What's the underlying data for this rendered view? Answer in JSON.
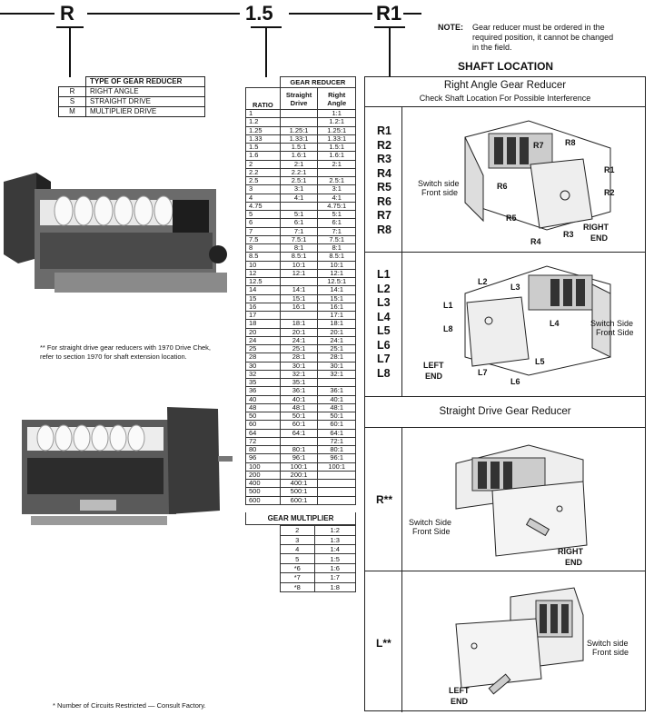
{
  "header": {
    "code_r": "R",
    "code_ratio": "1.5",
    "code_r1": "R1"
  },
  "note": {
    "label": "NOTE:",
    "text": "Gear reducer must be ordered in the required position, it cannot be changed in the field."
  },
  "type_table": {
    "title": "TYPE OF GEAR REDUCER",
    "rows": [
      {
        "code": "R",
        "desc": "RIGHT ANGLE"
      },
      {
        "code": "S",
        "desc": "STRAIGHT DRIVE"
      },
      {
        "code": "M",
        "desc": "MULTIPLIER DRIVE"
      }
    ]
  },
  "ratio_table": {
    "group_title": "GEAR REDUCER",
    "col_ratio": "RATIO",
    "col_straight": "Straight Drive",
    "col_right": "Right Angle",
    "rows": [
      [
        "1",
        "",
        "1:1"
      ],
      [
        "1.2",
        "",
        "1.2:1"
      ],
      [
        "1.25",
        "1.25:1",
        "1.25:1"
      ],
      [
        "1.33",
        "1.33:1",
        "1.33:1"
      ],
      [
        "1.5",
        "1.5:1",
        "1.5:1"
      ],
      [
        "1.6",
        "1.6:1",
        "1.6:1"
      ],
      [
        "2",
        "2:1",
        "2:1"
      ],
      [
        "2.2",
        "2.2:1",
        ""
      ],
      [
        "2.5",
        "2.5:1",
        "2.5:1"
      ],
      [
        "3",
        "3:1",
        "3:1"
      ],
      [
        "4",
        "4:1",
        "4:1"
      ],
      [
        "4.75",
        "",
        "4.75:1"
      ],
      [
        "5",
        "5:1",
        "5:1"
      ],
      [
        "6",
        "6:1",
        "6:1"
      ],
      [
        "7",
        "7:1",
        "7:1"
      ],
      [
        "7.5",
        "7.5:1",
        "7.5:1"
      ],
      [
        "8",
        "8:1",
        "8:1"
      ],
      [
        "8.5",
        "8.5:1",
        "8.5:1"
      ],
      [
        "10",
        "10:1",
        "10:1"
      ],
      [
        "12",
        "12:1",
        "12:1"
      ],
      [
        "12.5",
        "",
        "12.5:1"
      ],
      [
        "14",
        "14:1",
        "14:1"
      ],
      [
        "15",
        "15:1",
        "15:1"
      ],
      [
        "16",
        "16:1",
        "16:1"
      ],
      [
        "17",
        "",
        "17:1"
      ],
      [
        "18",
        "18:1",
        "18:1"
      ],
      [
        "20",
        "20:1",
        "20:1"
      ],
      [
        "24",
        "24:1",
        "24:1"
      ],
      [
        "25",
        "25:1",
        "25:1"
      ],
      [
        "28",
        "28:1",
        "28:1"
      ],
      [
        "30",
        "30:1",
        "30:1"
      ],
      [
        "32",
        "32:1",
        "32:1"
      ],
      [
        "35",
        "35:1",
        ""
      ],
      [
        "36",
        "36:1",
        "36:1"
      ],
      [
        "40",
        "40:1",
        "40:1"
      ],
      [
        "48",
        "48:1",
        "48:1"
      ],
      [
        "50",
        "50:1",
        "50:1"
      ],
      [
        "60",
        "60:1",
        "60:1"
      ],
      [
        "64",
        "64:1",
        "64:1"
      ],
      [
        "72",
        "",
        "72:1"
      ],
      [
        "80",
        "80:1",
        "80:1"
      ],
      [
        "96",
        "96:1",
        "96:1"
      ],
      [
        "100",
        "100:1",
        "100:1"
      ],
      [
        "200",
        "200:1",
        ""
      ],
      [
        "400",
        "400:1",
        ""
      ],
      [
        "500",
        "500:1",
        ""
      ],
      [
        "600",
        "600:1",
        ""
      ]
    ]
  },
  "multiplier_table": {
    "title": "GEAR MULTIPLIER",
    "rows": [
      [
        "2",
        "1:2"
      ],
      [
        "3",
        "1:3"
      ],
      [
        "4",
        "1:4"
      ],
      [
        "5",
        "1:5"
      ],
      [
        "*6",
        "1:6"
      ],
      [
        "*7",
        "1:7"
      ],
      [
        "*8",
        "1:8"
      ]
    ]
  },
  "footnotes": {
    "drive_chek": "** For straight drive gear reducers with 1970 Drive Chek, refer to section 1970 for shaft extension location.",
    "circuits": "* Number of Circuits Restricted — Consult Factory."
  },
  "shaft_location": {
    "title": "SHAFT LOCATION",
    "right_angle": {
      "title": "Right Angle Gear Reducer",
      "subtitle": "Check Shaft Location For Possible Interference",
      "r_codes": [
        "R1",
        "R2",
        "R3",
        "R4",
        "R5",
        "R6",
        "R7",
        "R8"
      ],
      "l_codes": [
        "L1",
        "L2",
        "L3",
        "L4",
        "L5",
        "L6",
        "L7",
        "L8"
      ],
      "r_switch_side": "Switch side",
      "r_front_side": "Front side",
      "r_end_line1": "RIGHT",
      "r_end_line2": "END",
      "l_switch_side": "Switch Side",
      "l_front_side": "Front Side",
      "l_end_line1": "LEFT",
      "l_end_line2": "END"
    },
    "straight": {
      "title": "Straight Drive Gear Reducer",
      "r_code": "R**",
      "l_code": "L**",
      "r_switch_side": "Switch Side",
      "r_front_side": "Front Side",
      "r_end_line1": "RIGHT",
      "r_end_line2": "END",
      "l_switch_side": "Switch side",
      "l_front_side": "Front side",
      "l_end_line1": "LEFT",
      "l_end_line2": "END"
    }
  }
}
